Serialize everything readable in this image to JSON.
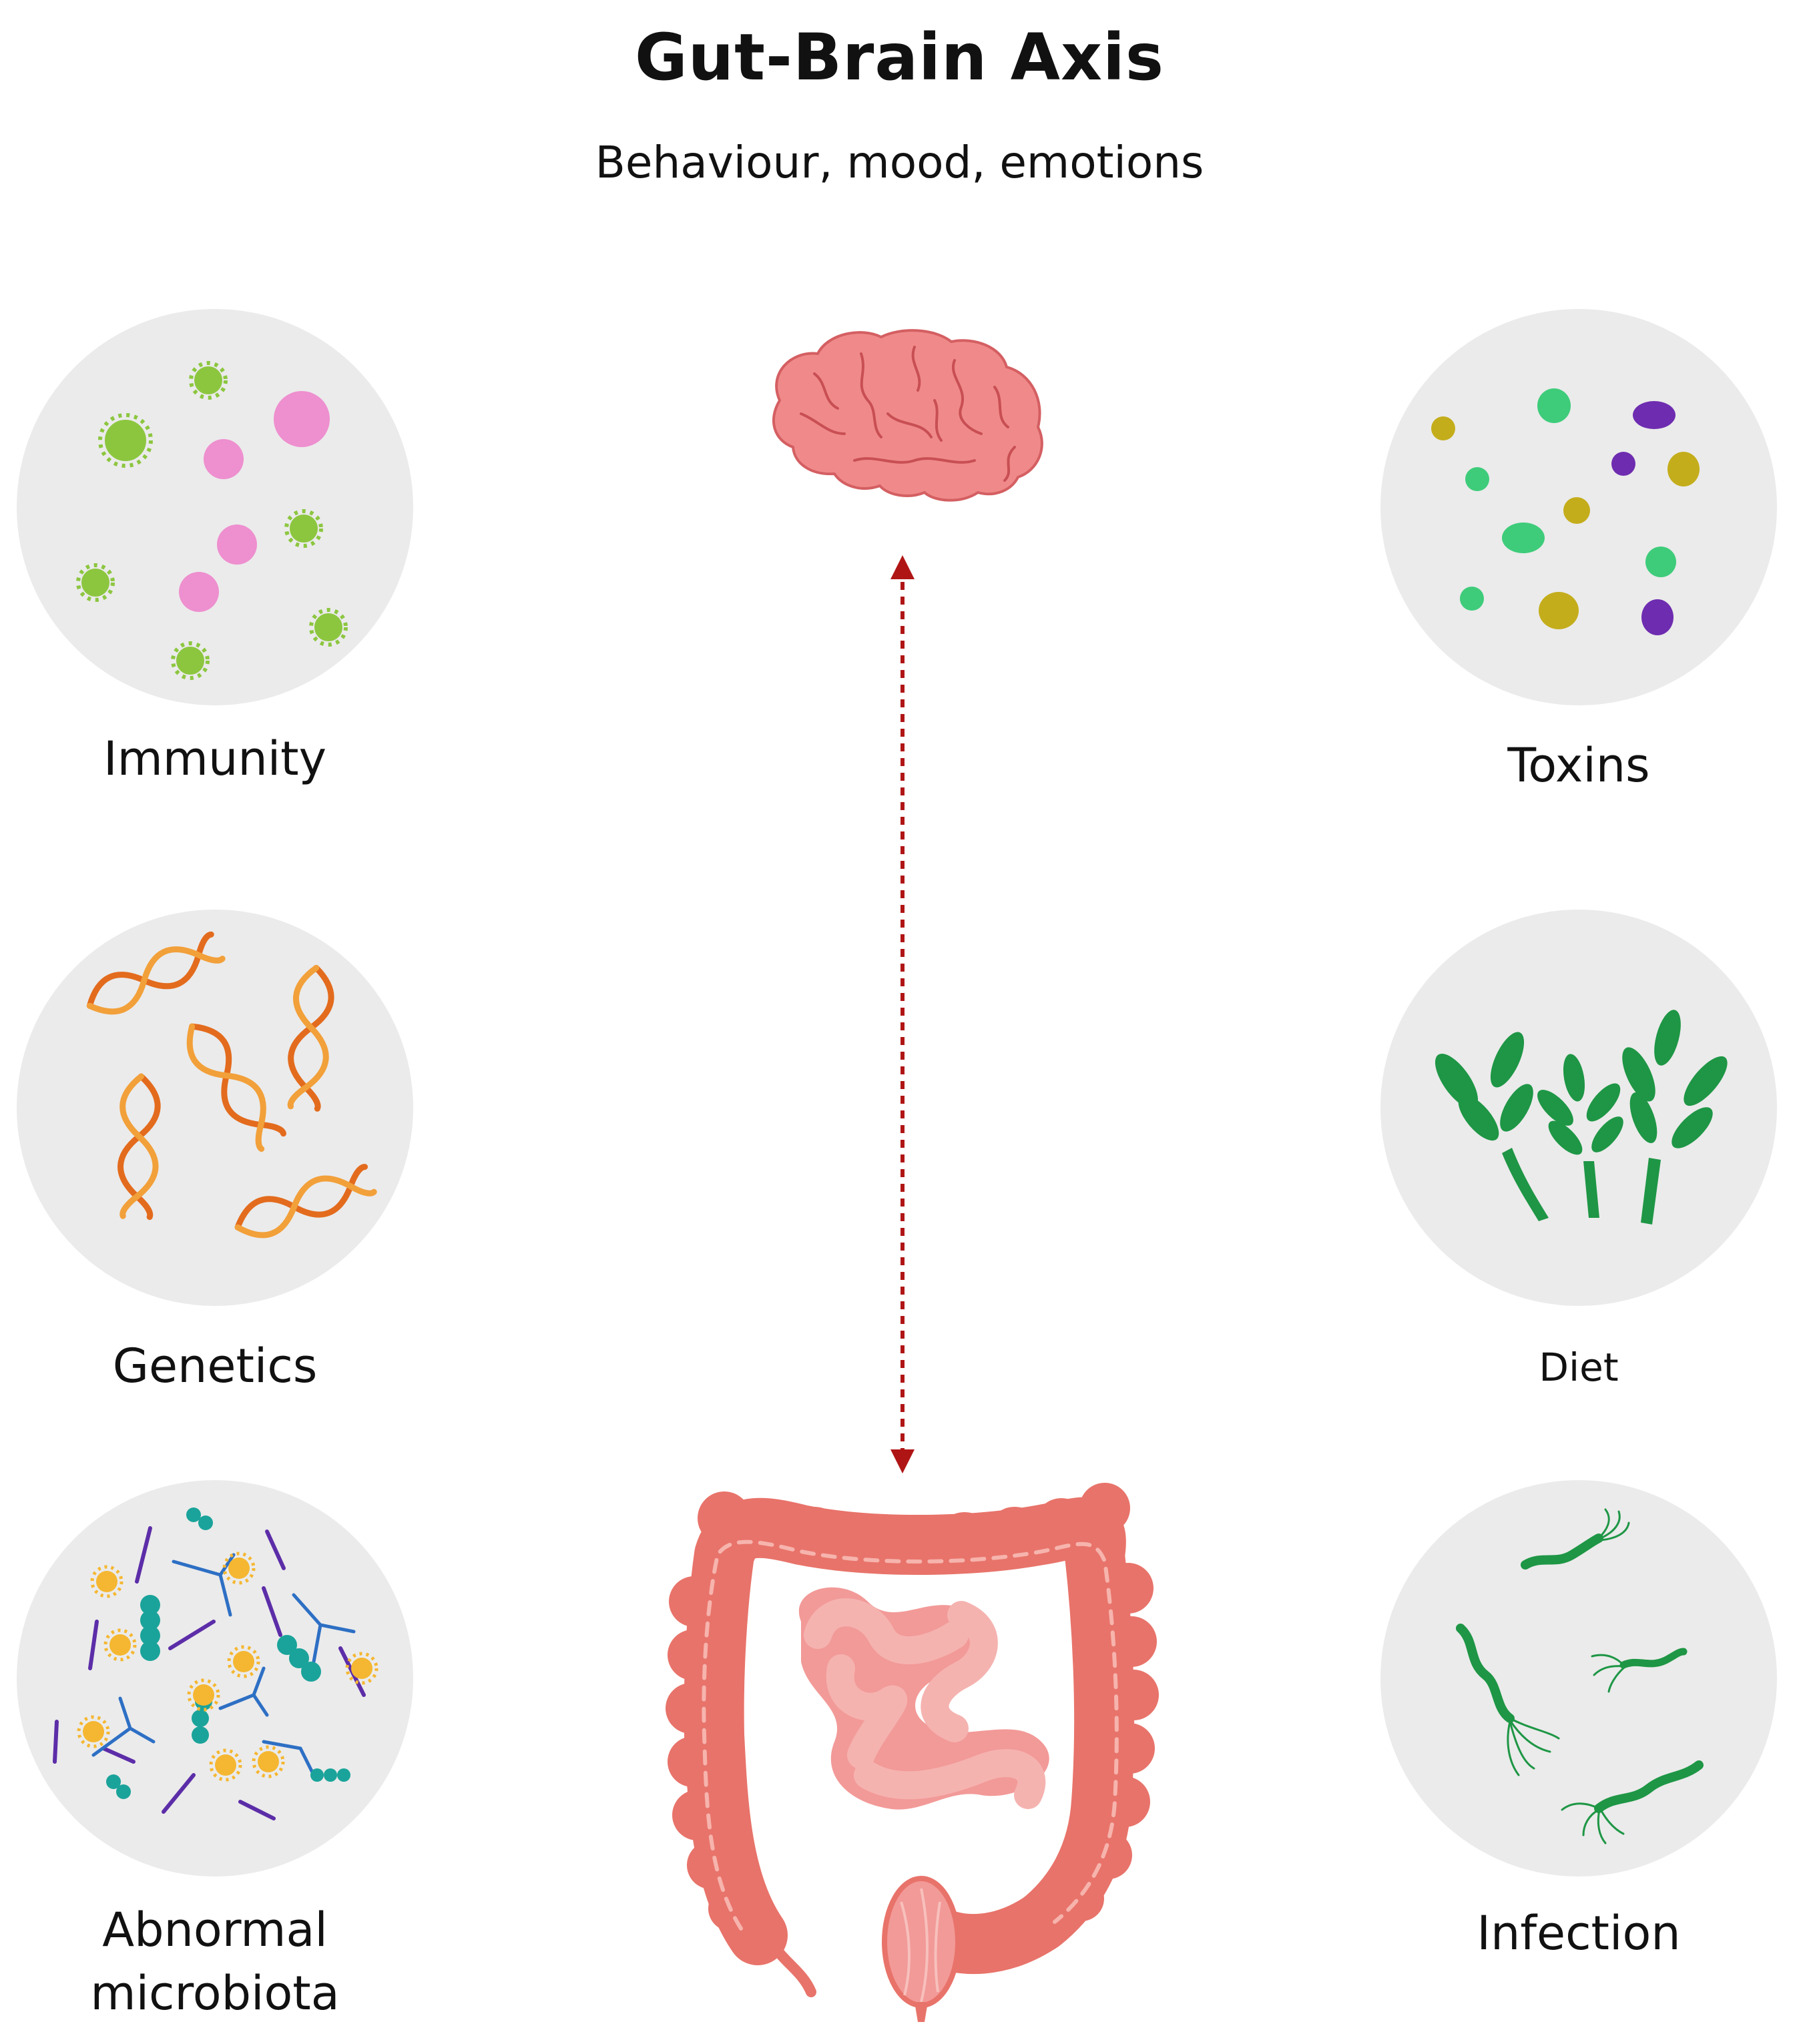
{
  "title": "Gut-Brain Axis",
  "subtitle": "Behaviour, mood, emotions",
  "factors": {
    "immunity": "Immunity",
    "genetics": "Genetics",
    "microbiota_line1": "Abnormal",
    "microbiota_line2": "microbiota",
    "toxins": "Toxins",
    "diet": "Diet",
    "infection": "Infection"
  },
  "icons": {
    "center_top": "brain-icon",
    "center_bottom": "intestine-icon",
    "connector": "bidirectional-dotted-arrow"
  },
  "colors": {
    "circle_bg": "#ebebeb",
    "arrow": "#b01515",
    "brain": "#f08a8a",
    "colon": "#e8736a",
    "small_intestine": "#f29a98"
  }
}
